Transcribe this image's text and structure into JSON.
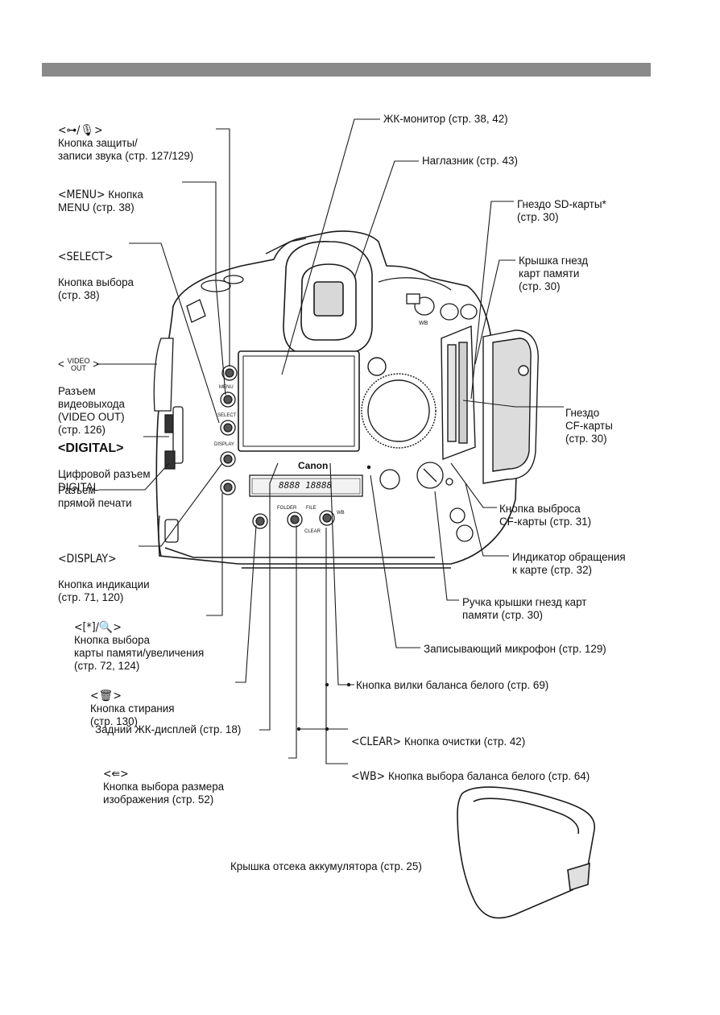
{
  "labels": {
    "protect": "Кнопка защиты/\nзаписи звука (стр. 127/129)",
    "protect_key": "<⊶/🎙>",
    "menu_key": "<MENU>",
    "menu": " Кнопка\nMENU (стр. 38)",
    "select_key": "<SELECT>",
    "select": "Кнопка выбора\n(стр. 38)",
    "video_top": "VIDEO",
    "video_bottom": "OUT",
    "video": "Разъем\nвидеовыхода\n(VIDEO OUT)\n(стр. 126)",
    "digital_key": "<DIGITAL>",
    "digital": "Цифровой разъем\nDIGITAL",
    "print": "Разъем\nпрямой печати",
    "display_key": "<DISPLAY>",
    "display": "Кнопка индикации\n(стр. 71, 120)",
    "card_select": "Кнопка выбора\nкарты памяти/увеличения\n(стр. 72, 124)",
    "card_select_key": "<[*]/🔍>",
    "erase": "Кнопка стирания\n(стр. 130)",
    "erase_key": "<🗑>",
    "rear_lcd": "Задний ЖК-дисплей (стр. 18)",
    "image_size": "Кнопка выбора размера\nизображения (стр. 52)",
    "image_size_key": "<⇚>",
    "lcd_monitor": "ЖК-монитор (стр. 38, 42)",
    "eyecup": "Наглазник (стр. 43)",
    "sd_slot": "Гнездо SD-карты*\n(стр. 30)",
    "card_cover": "Крышка гнезд\nкарт памяти\n(стр. 30)",
    "cf_slot": "Гнездо\nCF-карты\n(стр. 30)",
    "cf_eject": "Кнопка выброса\nCF-карты (стр. 31)",
    "access_lamp": "Индикатор обращения\nк карте (стр. 32)",
    "cover_handle": "Ручка крышки гнезд карт\nпамяти (стр. 30)",
    "microphone": "Записывающий микрофон (стр. 129)",
    "wb_bracket": "Кнопка вилки баланса белого (стр. 69)",
    "clear_key": "<CLEAR>",
    "clear": " Кнопка очистки (стр. 42)",
    "wb_key": "<WB>",
    "wb": " Кнопка выбора баланса белого (стр. 64)",
    "battery_cover": "Крышка отсека аккумулятора (стр. 25)"
  },
  "camera": {
    "brand": "Canon",
    "btn_menu": "MENU",
    "btn_select": "SELECT",
    "btn_display": "DISPLAY",
    "btn_folder": "FOLDER",
    "btn_file": "FILE",
    "btn_wb": "WB",
    "btn_clear": "CLEAR",
    "lcd_digits": "8888 18888",
    "wb_top": "WB"
  },
  "colors": {
    "header_bar": "#8a8a8a",
    "ink": "#1a1a1a"
  }
}
